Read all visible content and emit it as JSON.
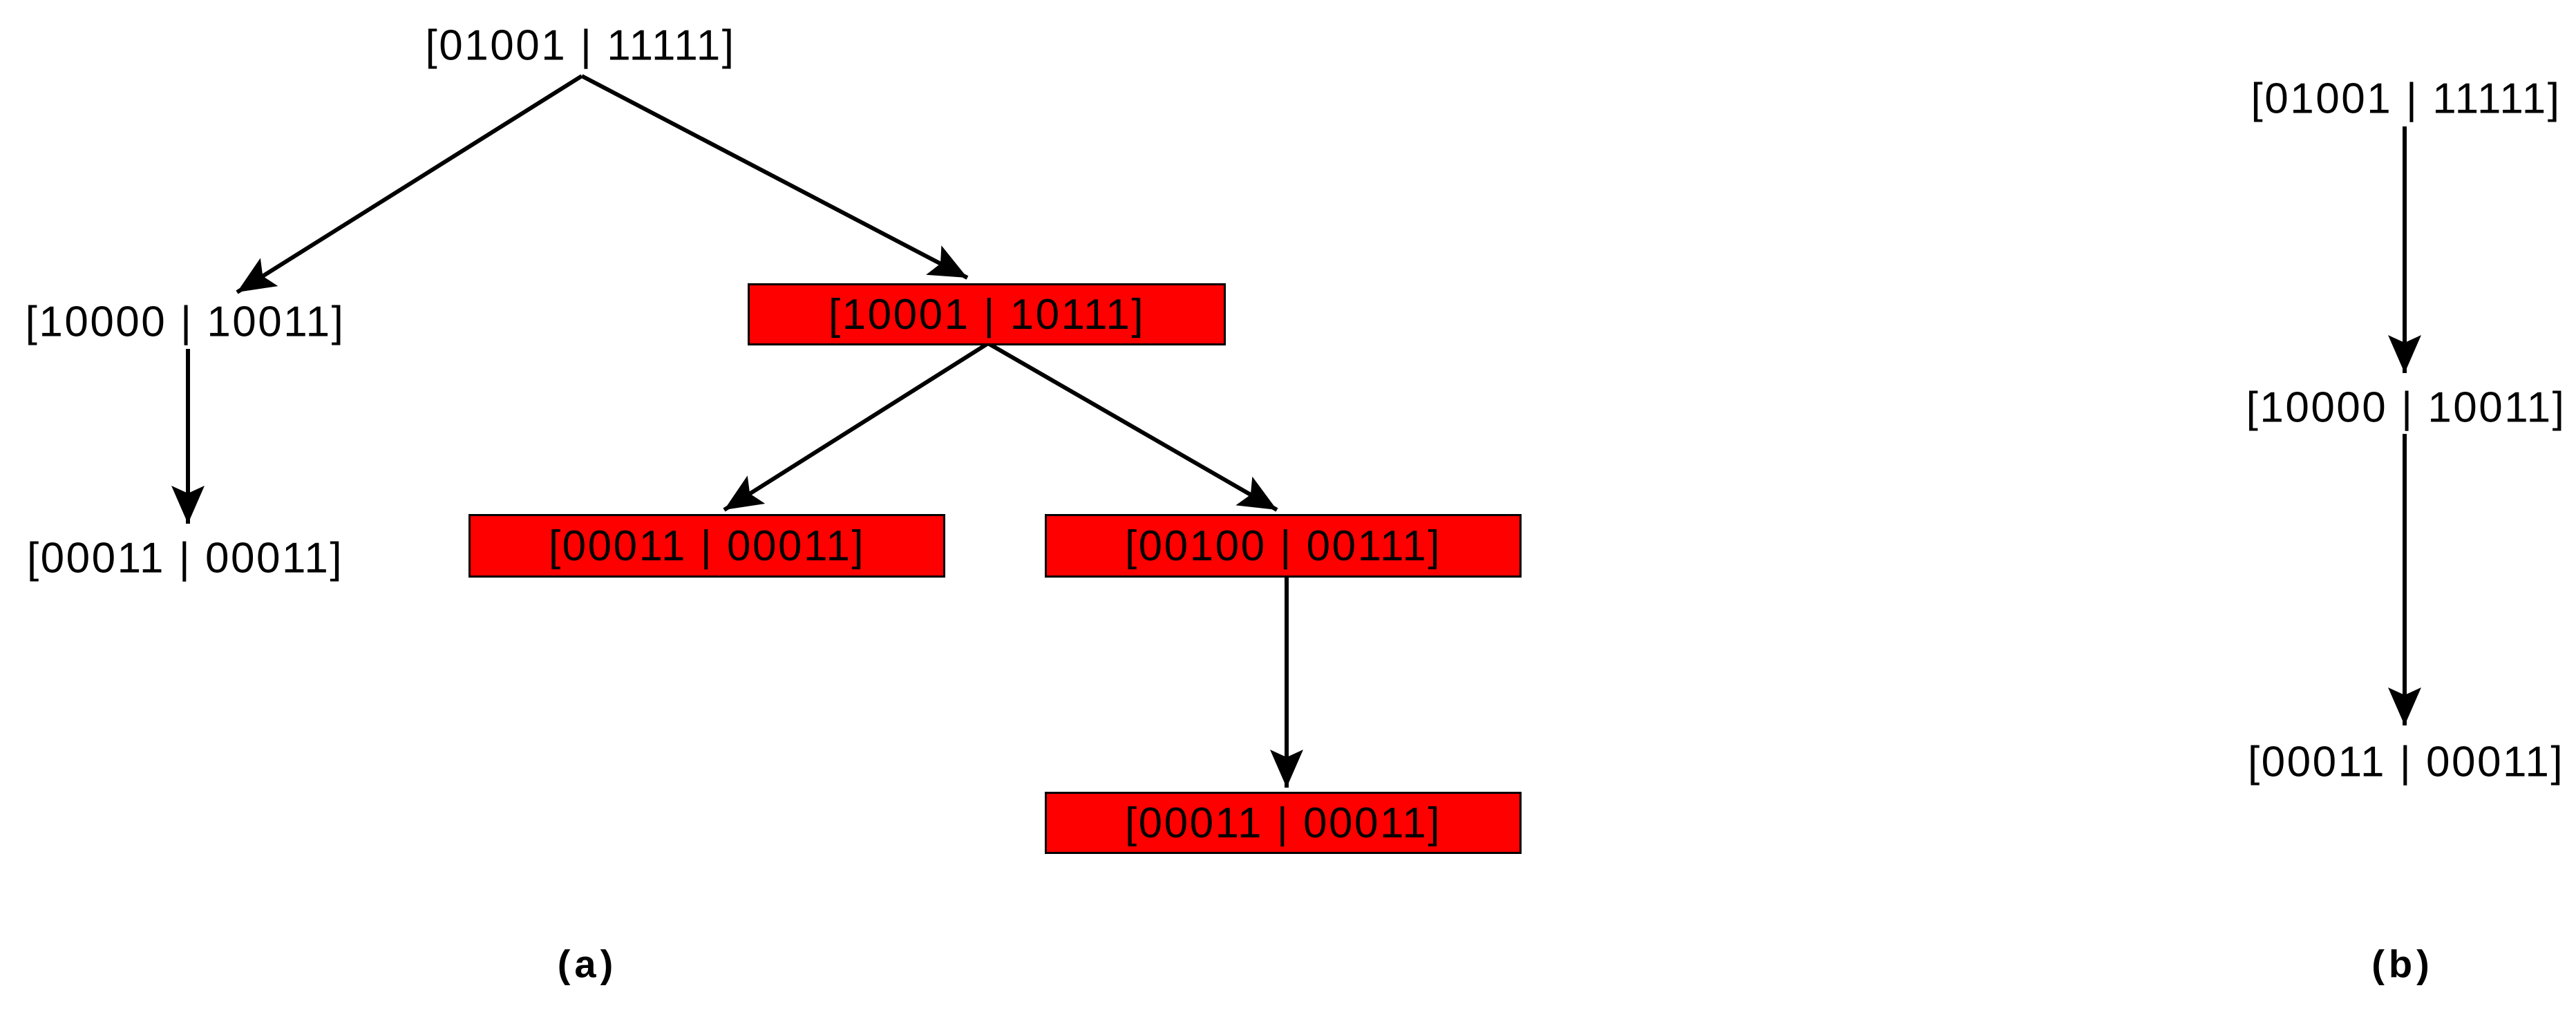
{
  "figure": {
    "background_color": "#ffffff",
    "text_color": "#000000",
    "highlight_color": "#ff0000",
    "edge_color": "#000000"
  },
  "panel_a": {
    "caption": "(a)",
    "nodes": [
      {
        "id": "root",
        "label": "[01001 | 11111]",
        "highlighted": false
      },
      {
        "id": "left-child",
        "label": "[10000 | 10011]",
        "highlighted": false
      },
      {
        "id": "left-leaf",
        "label": "[00011 | 00011]",
        "highlighted": false
      },
      {
        "id": "right-child",
        "label": "[10001 | 10111]",
        "highlighted": true
      },
      {
        "id": "right-left-leaf",
        "label": "[00011 | 00011]",
        "highlighted": true
      },
      {
        "id": "right-right-child",
        "label": "[00100 | 00111]",
        "highlighted": true
      },
      {
        "id": "right-right-leaf",
        "label": "[00011 | 00011]",
        "highlighted": true
      }
    ],
    "edges": [
      {
        "from": "root",
        "to": "left-child"
      },
      {
        "from": "root",
        "to": "right-child"
      },
      {
        "from": "left-child",
        "to": "left-leaf"
      },
      {
        "from": "right-child",
        "to": "right-left-leaf"
      },
      {
        "from": "right-child",
        "to": "right-right-child"
      },
      {
        "from": "right-right-child",
        "to": "right-right-leaf"
      }
    ]
  },
  "panel_b": {
    "caption": "(b)",
    "nodes": [
      {
        "id": "root",
        "label": "[01001 | 11111]"
      },
      {
        "id": "middle",
        "label": "[10000 | 10011]"
      },
      {
        "id": "leaf",
        "label": "[00011 | 00011]"
      }
    ],
    "edges": [
      {
        "from": "root",
        "to": "middle"
      },
      {
        "from": "middle",
        "to": "leaf"
      }
    ]
  }
}
